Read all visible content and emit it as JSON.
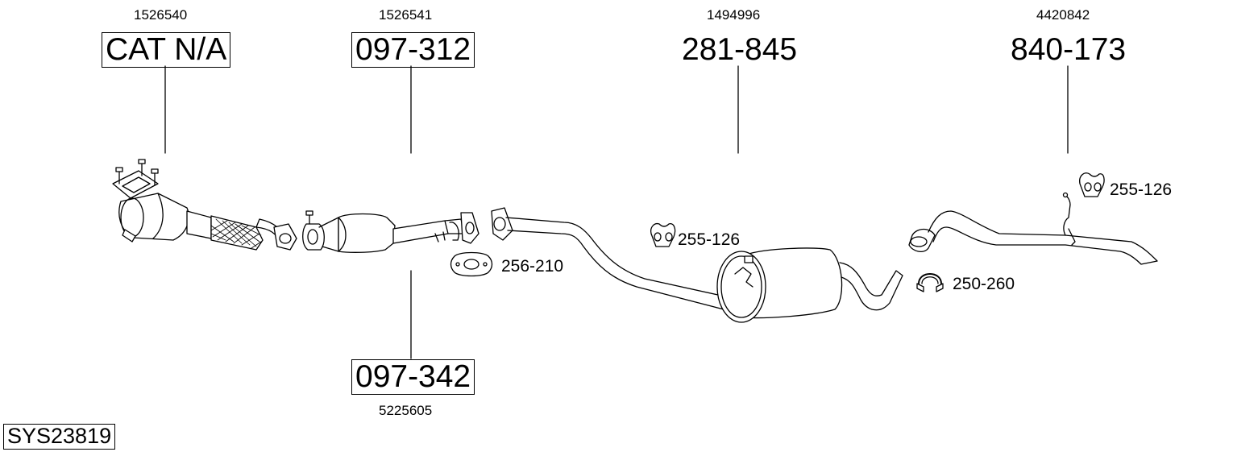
{
  "parts": {
    "cat": {
      "ref": "1526540",
      "code": "CAT N/A"
    },
    "front_pipe": {
      "ref": "1526541",
      "code": "097-312"
    },
    "mid_pipe": {
      "ref": "5225605",
      "code": "097-342"
    },
    "silencer": {
      "ref": "1494996",
      "code": "281-845"
    },
    "tail_pipe": {
      "ref": "4420842",
      "code": "840-173"
    }
  },
  "accessories": {
    "gasket": "256-210",
    "mount_middle": "255-126",
    "mount_rear": "255-126",
    "clamp": "250-260"
  },
  "system_id": "SYS23819"
}
